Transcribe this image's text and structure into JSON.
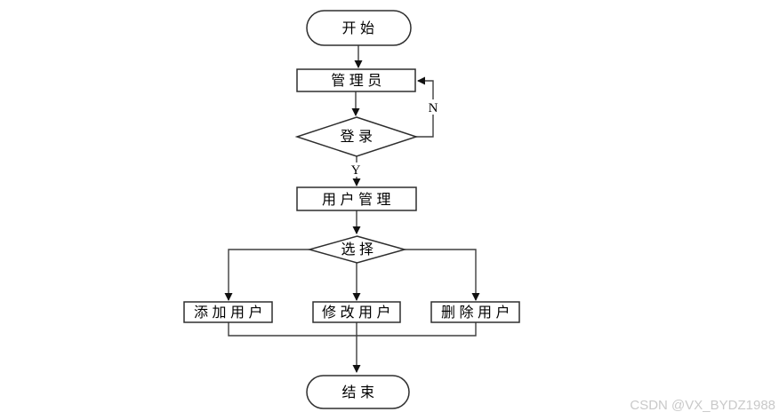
{
  "diagram": {
    "type": "flowchart",
    "nodes": {
      "start": {
        "label": "开始",
        "shape": "terminator"
      },
      "admin": {
        "label": "管理员",
        "shape": "process"
      },
      "login": {
        "label": "登录",
        "shape": "decision"
      },
      "user_management": {
        "label": "用户管理",
        "shape": "process"
      },
      "choose": {
        "label": "选择",
        "shape": "decision"
      },
      "add_user": {
        "label": "添加用户",
        "shape": "process"
      },
      "modify_user": {
        "label": "修改用户",
        "shape": "process"
      },
      "delete_user": {
        "label": "删除用户",
        "shape": "process"
      },
      "end": {
        "label": "结束",
        "shape": "terminator"
      }
    },
    "edge_labels": {
      "no": "N",
      "yes": "Y"
    },
    "flows": [
      {
        "from": "start",
        "to": "admin",
        "label": ""
      },
      {
        "from": "admin",
        "to": "login",
        "label": ""
      },
      {
        "from": "login",
        "to": "admin",
        "label": "N"
      },
      {
        "from": "login",
        "to": "user_management",
        "label": "Y"
      },
      {
        "from": "user_management",
        "to": "choose",
        "label": ""
      },
      {
        "from": "choose",
        "to": "add_user",
        "label": ""
      },
      {
        "from": "choose",
        "to": "modify_user",
        "label": ""
      },
      {
        "from": "choose",
        "to": "delete_user",
        "label": ""
      },
      {
        "from": "add_user",
        "to": "end",
        "label": ""
      },
      {
        "from": "modify_user",
        "to": "end",
        "label": ""
      },
      {
        "from": "delete_user",
        "to": "end",
        "label": ""
      }
    ]
  },
  "watermark": {
    "text": "CSDN @VX_BYDZ1988"
  },
  "colors": {
    "background": "#ffffff",
    "line": "#3f3f3f",
    "shape_border": "#2e2e2e",
    "arrowhead": "#111111",
    "text": "#000000",
    "watermark": "#c9c9c9"
  }
}
